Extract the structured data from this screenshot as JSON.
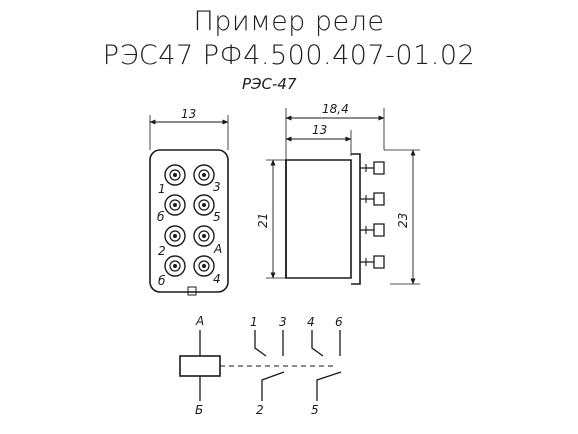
{
  "title": {
    "line1": "Пример реле",
    "line2": "РЭС47 РФ4.500.407-01.02"
  },
  "subtitle": "РЭС-47",
  "front_view": {
    "width_dim": "13",
    "pins": [
      {
        "label": "1"
      },
      {
        "label": "3"
      },
      {
        "label": "б"
      },
      {
        "label": "5"
      },
      {
        "label": "2"
      },
      {
        "label": "А"
      },
      {
        "label": "б"
      },
      {
        "label": "4"
      }
    ]
  },
  "side_view": {
    "overall_length_dim": "18,4",
    "body_length_dim": "13",
    "body_height_dim": "21",
    "overall_height_dim": "23"
  },
  "schematic": {
    "coil_top": "А",
    "coil_bottom": "Б",
    "contacts_top": [
      "1",
      "3",
      "4",
      "6"
    ],
    "contacts_bottom": [
      "2",
      "5"
    ]
  },
  "colors": {
    "ink": "#1a1a1a",
    "background": "#ffffff"
  }
}
